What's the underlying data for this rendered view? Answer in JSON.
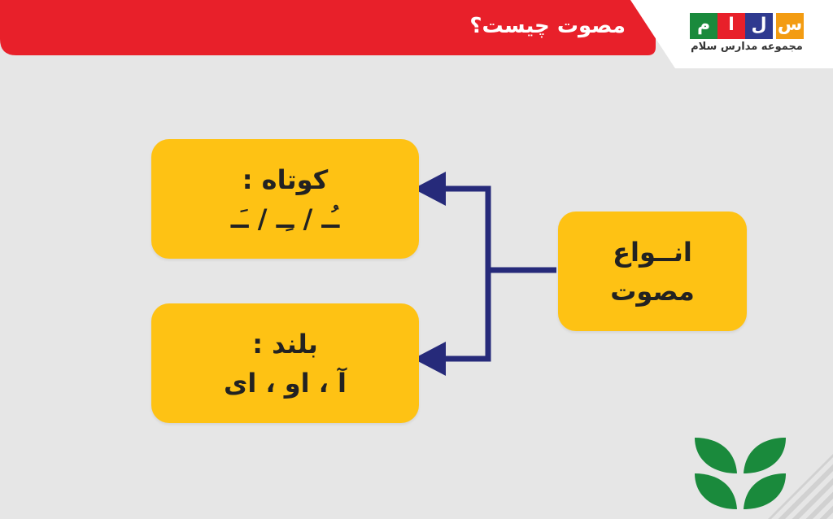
{
  "header": {
    "title": "مصوت چیست؟",
    "accent_color": "#e8202a"
  },
  "logo": {
    "letters": [
      "س",
      "ل",
      "ا",
      "م"
    ],
    "colors": [
      "#f39c12",
      "#2f3a8f",
      "#e8202a",
      "#1a8a3c"
    ],
    "subtitle": "مجموعه مدارس سلام"
  },
  "diagram": {
    "root": {
      "line1": "انــواع",
      "line2": "مصوت"
    },
    "short": {
      "title": "کوتاه :",
      "values": "ـُـ / ـِـ / ـَـ"
    },
    "long": {
      "title": "بلند :",
      "values": "آ ، او ، ای"
    },
    "node_color": "#fec214",
    "connector_color": "#262a7a"
  },
  "decoration": {
    "plant_icon_color": "#1a8a3c"
  }
}
